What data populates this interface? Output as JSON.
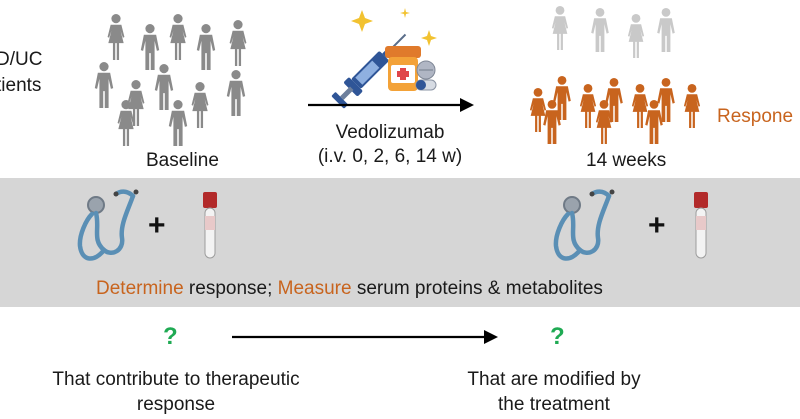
{
  "top": {
    "left_label_lines": [
      "D/UC",
      "tients"
    ],
    "baseline_label": "Baseline",
    "drug_name": "Vedolizumab",
    "drug_schedule": "(i.v. 0, 2, 6, 14 w)",
    "weeks_label": "14 weeks",
    "responders_label": "Respone"
  },
  "band": {
    "plus_left": "+",
    "plus_right": "+",
    "caption_part1": "Determine",
    "caption_part2": " response; ",
    "caption_part3": "Measure",
    "caption_part4": " serum proteins & metabolites"
  },
  "bottom": {
    "q_left": "?",
    "q_right": "?",
    "left_text_lines": [
      "That contribute to therapeutic",
      "response"
    ],
    "right_text_lines": [
      "That are modified by",
      "the treatment"
    ]
  },
  "colors": {
    "orange": "#c8641e",
    "green": "#1faa53",
    "band_gray": "#d6d6d6",
    "person_gray": "#8a8a8a",
    "person_light": "#c9c9c9",
    "stethoscope_blue": "#5a8fb5"
  },
  "icons": [
    "person-icon",
    "syringe-icon",
    "pill-bottle-icon",
    "pill-icon",
    "sparkle-icon",
    "stethoscope-icon",
    "blood-tube-icon",
    "arrow-right-icon",
    "question-mark"
  ]
}
